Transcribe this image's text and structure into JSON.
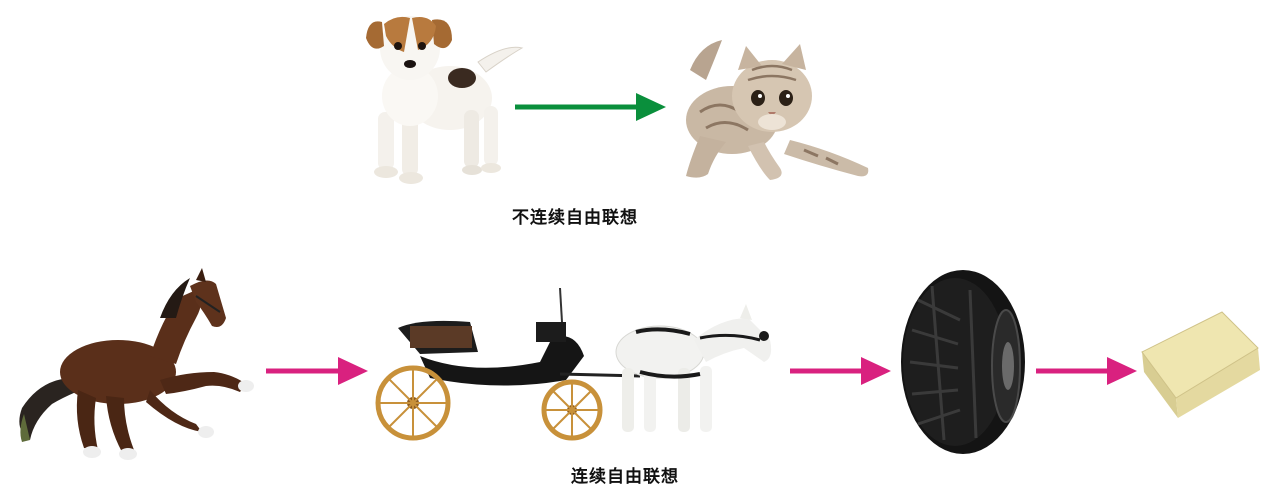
{
  "captions": {
    "discontinuous": "不连续自由联想",
    "continuous": "连续自由联想"
  },
  "figures": [
    {
      "name": "puppy",
      "icon": "puppy-illustration"
    },
    {
      "name": "kitten",
      "icon": "kitten-illustration"
    },
    {
      "name": "horse",
      "icon": "horse-illustration"
    },
    {
      "name": "carriage",
      "icon": "horse-carriage-illustration"
    },
    {
      "name": "tire",
      "icon": "tire-illustration"
    },
    {
      "name": "eraser",
      "icon": "eraser-illustration"
    }
  ],
  "colors": {
    "green_arrow": "#0a8f3c",
    "magenta_arrow": "#d9217f"
  }
}
